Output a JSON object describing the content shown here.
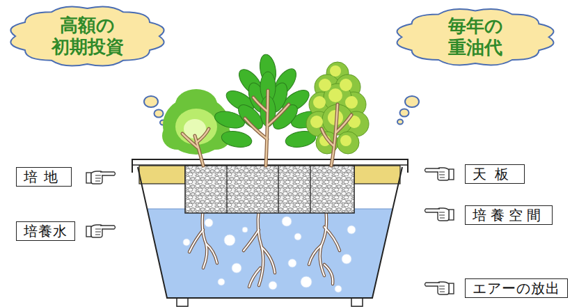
{
  "diagram": {
    "nodes": [
      {
        "text": [
          "高額の 初期投資"
        ]
      },
      {
        "text": [
          "毎年の 重油代"
        ]
      },
      {
        "text": [
          "培地"
        ]
      },
      {
        "text": [
          "培養水"
        ]
      },
      {
        "text": [
          "天板"
        ]
      },
      {
        "text": [
          "培養空間"
        ]
      },
      {
        "text": [
          "エアーの放出"
        ]
      }
    ]
  }
}
